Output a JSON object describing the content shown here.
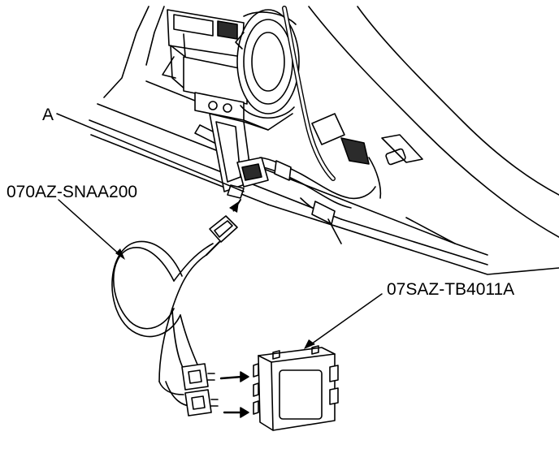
{
  "colors": {
    "ink": "#000000",
    "paper": "#ffffff",
    "shade": "#d9d9d9",
    "dark": "#2b2b2b"
  },
  "callouts": {
    "connector_a": "A",
    "harness": "070AZ-SNAA200",
    "box": "07SAZ-TB4011A"
  }
}
